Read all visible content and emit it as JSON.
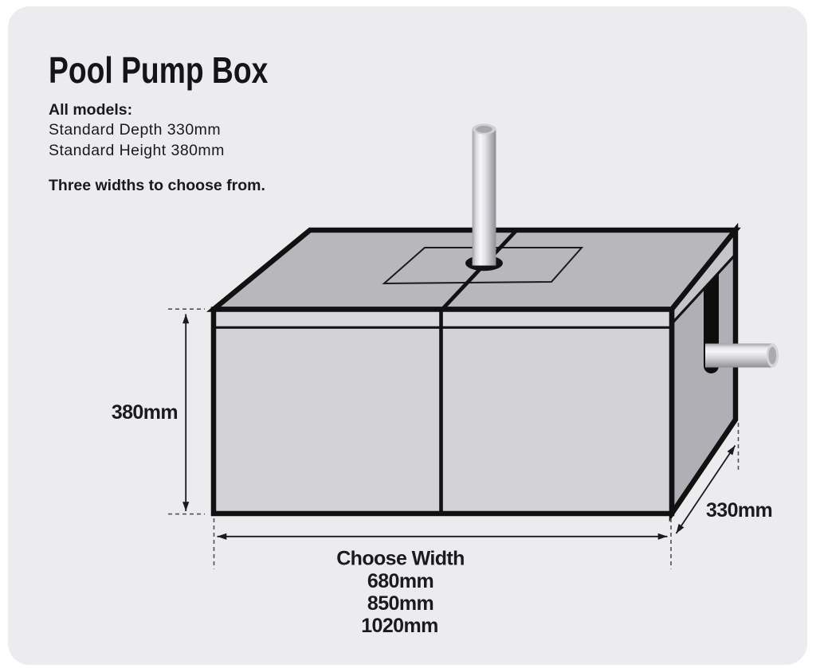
{
  "page": {
    "background": "#ffffff",
    "card_background": "#ececee"
  },
  "header": {
    "title": "Pool Pump Box",
    "models_heading": "All models:",
    "spec_lines": [
      "Standard Depth 330mm",
      "Standard Height 380mm"
    ],
    "widths_heading": "Three widths to choose from."
  },
  "diagram": {
    "height_label": "380mm",
    "depth_label": "330mm",
    "width_title": "Choose Width",
    "width_options": [
      "680mm",
      "850mm",
      "1020mm"
    ],
    "colors": {
      "top_face": "#b8b7bc",
      "side_face": "#b0afb5",
      "front_face": "#d2d1d5",
      "lid_band": "#dcdbdf",
      "outline": "#111112",
      "dimension": "#1b1b1d"
    }
  }
}
